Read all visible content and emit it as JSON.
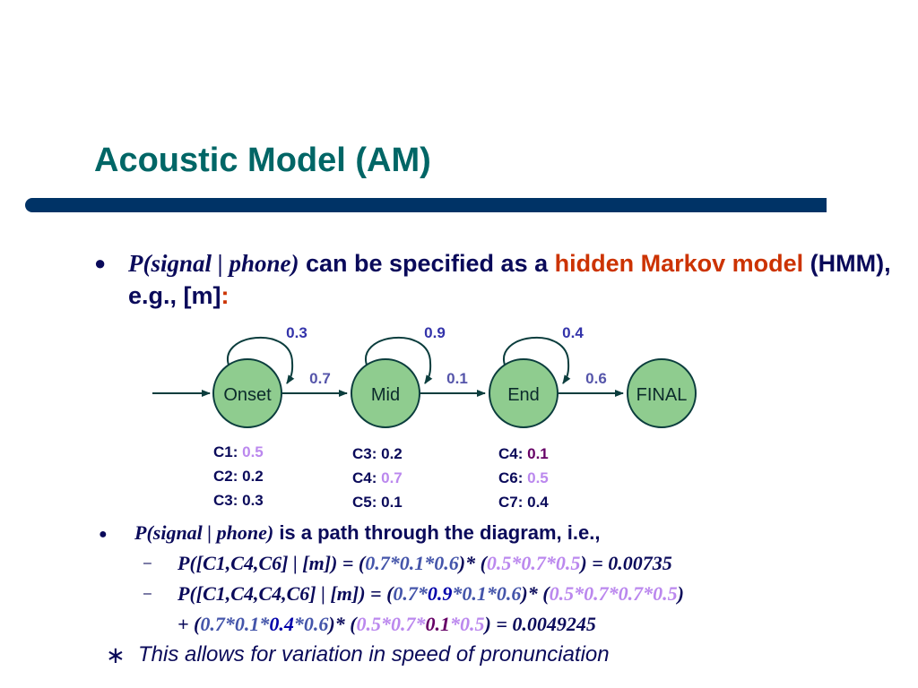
{
  "title": "Acoustic Model (AM)",
  "bullet1": {
    "marker": "●",
    "ital": "P(signal | phone)",
    "text1": " can be specified as a ",
    "red1": "hidden Markov model",
    "text2": " (HMM), e.g., [m]",
    "colon": ":"
  },
  "diagram": {
    "states": [
      "Onset",
      "Mid",
      "End",
      "FINAL"
    ],
    "self_loops": [
      "0.3",
      "0.9",
      "0.4"
    ],
    "transitions": [
      "0.7",
      "0.1",
      "0.6"
    ],
    "emissions": {
      "onset": [
        {
          "label": "C1: ",
          "value": "0.5",
          "style": "light"
        },
        {
          "label": "C2: 0.2",
          "value": "",
          "style": "none"
        },
        {
          "label": "C3: 0.3",
          "value": "",
          "style": "none"
        }
      ],
      "mid": [
        {
          "label": "C3: 0.2",
          "value": "",
          "style": "none"
        },
        {
          "label": "C4: ",
          "value": "0.7",
          "style": "light"
        },
        {
          "label": "C5: 0.1",
          "value": "",
          "style": "none"
        }
      ],
      "end": [
        {
          "label": "C4: ",
          "value": "0.1",
          "style": "dark"
        },
        {
          "label": "C6: ",
          "value": "0.5",
          "style": "light"
        },
        {
          "label": "C7: 0.4",
          "value": "",
          "style": "none"
        }
      ]
    },
    "colors": {
      "node_fill": "#8fcc8f",
      "node_stroke": "#0b3d3d",
      "loop_label": "#3333aa",
      "trans_label": "#5555aa"
    }
  },
  "bullet2": {
    "marker": "●",
    "ital": "P(signal | phone)",
    "text": " is a path through the diagram, i.e.,"
  },
  "sub1": {
    "marker": "–",
    "a": "P([C1,C4,C6] | [m]) = (",
    "b": "0.7*0.1*0.6",
    "c": ")* (",
    "d": "0.5*0.7*0.5",
    "e": ") = 0.00735"
  },
  "sub2": {
    "marker": "–",
    "a": "P([C1,C4,C4,C6] | [m]) = (",
    "b": "0.7*",
    "c": "0.9",
    "d": "*0.1*0.6",
    "e": ")* (",
    "f": "0.5*0.7*0.7*0.5",
    "g": ")"
  },
  "sub3": {
    "a": "+ (",
    "b": "0.7*0.1*",
    "c": "0.4",
    "d": "*0.6",
    "e": ")* (",
    "f": "0.5*0.7*",
    "g": "0.1",
    "h": "*0.5",
    "i": ")  = 0.0049245"
  },
  "bullet3": {
    "marker": "∗",
    "text": "This allows for variation in speed of pronunciation"
  }
}
